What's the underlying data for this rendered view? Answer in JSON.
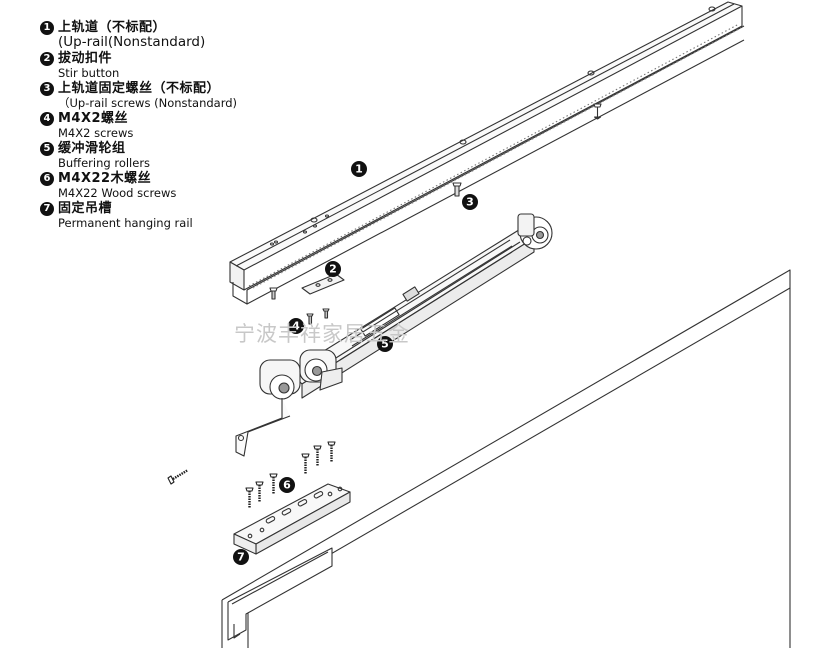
{
  "legend": {
    "items": [
      {
        "num": "1",
        "zh": "上轨道（不标配）",
        "en": "(Up-rail(Nonstandard)"
      },
      {
        "num": "2",
        "zh": "拔动扣件",
        "en": "Stir button"
      },
      {
        "num": "3",
        "zh": "上轨道固定螺丝（不标配）",
        "en": "（Up-rail screws (Nonstandard)"
      },
      {
        "num": "4",
        "zh": "M4X2螺丝",
        "en": "M4X2 screws"
      },
      {
        "num": "5",
        "zh": "缓冲滑轮组",
        "en": "Buffering rollers"
      },
      {
        "num": "6",
        "zh": "M4X22木螺丝",
        "en": "M4X22 Wood screws"
      },
      {
        "num": "7",
        "zh": "固定吊槽",
        "en": "Permanent hanging rail"
      }
    ]
  },
  "callouts": {
    "c1": "1",
    "c2": "2",
    "c3": "3",
    "c4": "4",
    "c5": "5",
    "c6": "6",
    "c7": "7"
  },
  "watermark": "宁波丰祥家居五金"
}
